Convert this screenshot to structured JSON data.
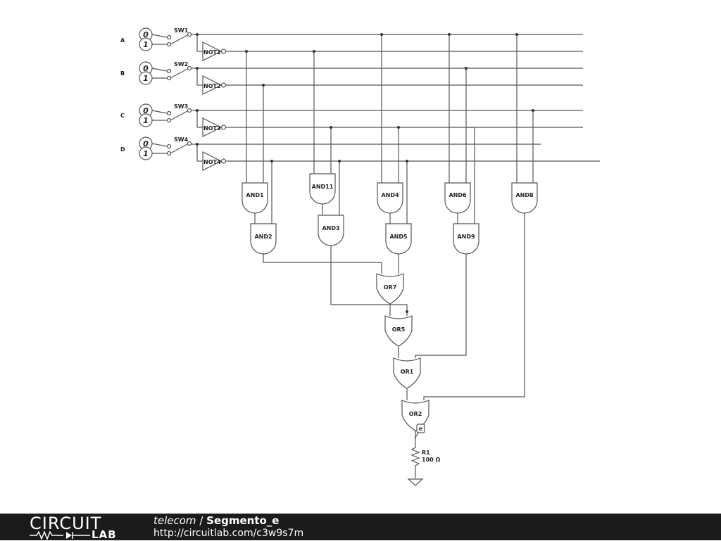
{
  "inputs": [
    {
      "label": "A",
      "switch": "SW1",
      "bit0": "0",
      "bit1": "1",
      "not": "NOT1"
    },
    {
      "label": "B",
      "switch": "SW2",
      "bit0": "0",
      "bit1": "1",
      "not": "NOT2"
    },
    {
      "label": "C",
      "switch": "SW3",
      "bit0": "0",
      "bit1": "1",
      "not": "NOT3"
    },
    {
      "label": "D",
      "switch": "SW4",
      "bit0": "0",
      "bit1": "1",
      "not": "NOT4"
    }
  ],
  "gates": {
    "and1": "AND1",
    "and2": "AND2",
    "and11": "AND11",
    "and3": "AND3",
    "and4": "AND4",
    "and5": "AND5",
    "and6": "AND6",
    "and9": "AND9",
    "and8": "AND8",
    "or7": "OR7",
    "or5": "OR5",
    "or1": "OR1",
    "or2": "OR2"
  },
  "output": {
    "probe": "e",
    "resistor": "R1",
    "resistance": "100 Ω"
  },
  "footer": {
    "brand_top": "CIRCUIT",
    "brand_bottom": "LAB",
    "owner": "telecom",
    "separator": " / ",
    "name": "Segmento_e",
    "url": "http://circuitlab.com/c3w9s7m"
  }
}
